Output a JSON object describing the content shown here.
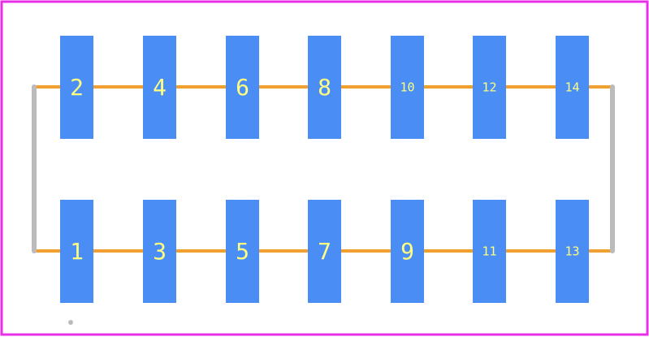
{
  "colors": {
    "background": "#ffffff",
    "board_outline": "#e830e8",
    "pad_fill": "#4a8ef5",
    "trace": "#f0a030",
    "side_bar": "#bbbbbb",
    "label_text": "#ffff80",
    "marker": "#bbbbbb"
  },
  "top_row": [
    {
      "number": "2"
    },
    {
      "number": "4"
    },
    {
      "number": "6"
    },
    {
      "number": "8"
    },
    {
      "number": "10"
    },
    {
      "number": "12"
    },
    {
      "number": "14"
    }
  ],
  "bottom_row": [
    {
      "number": "1"
    },
    {
      "number": "3"
    },
    {
      "number": "5"
    },
    {
      "number": "7"
    },
    {
      "number": "9"
    },
    {
      "number": "11"
    },
    {
      "number": "13"
    }
  ]
}
